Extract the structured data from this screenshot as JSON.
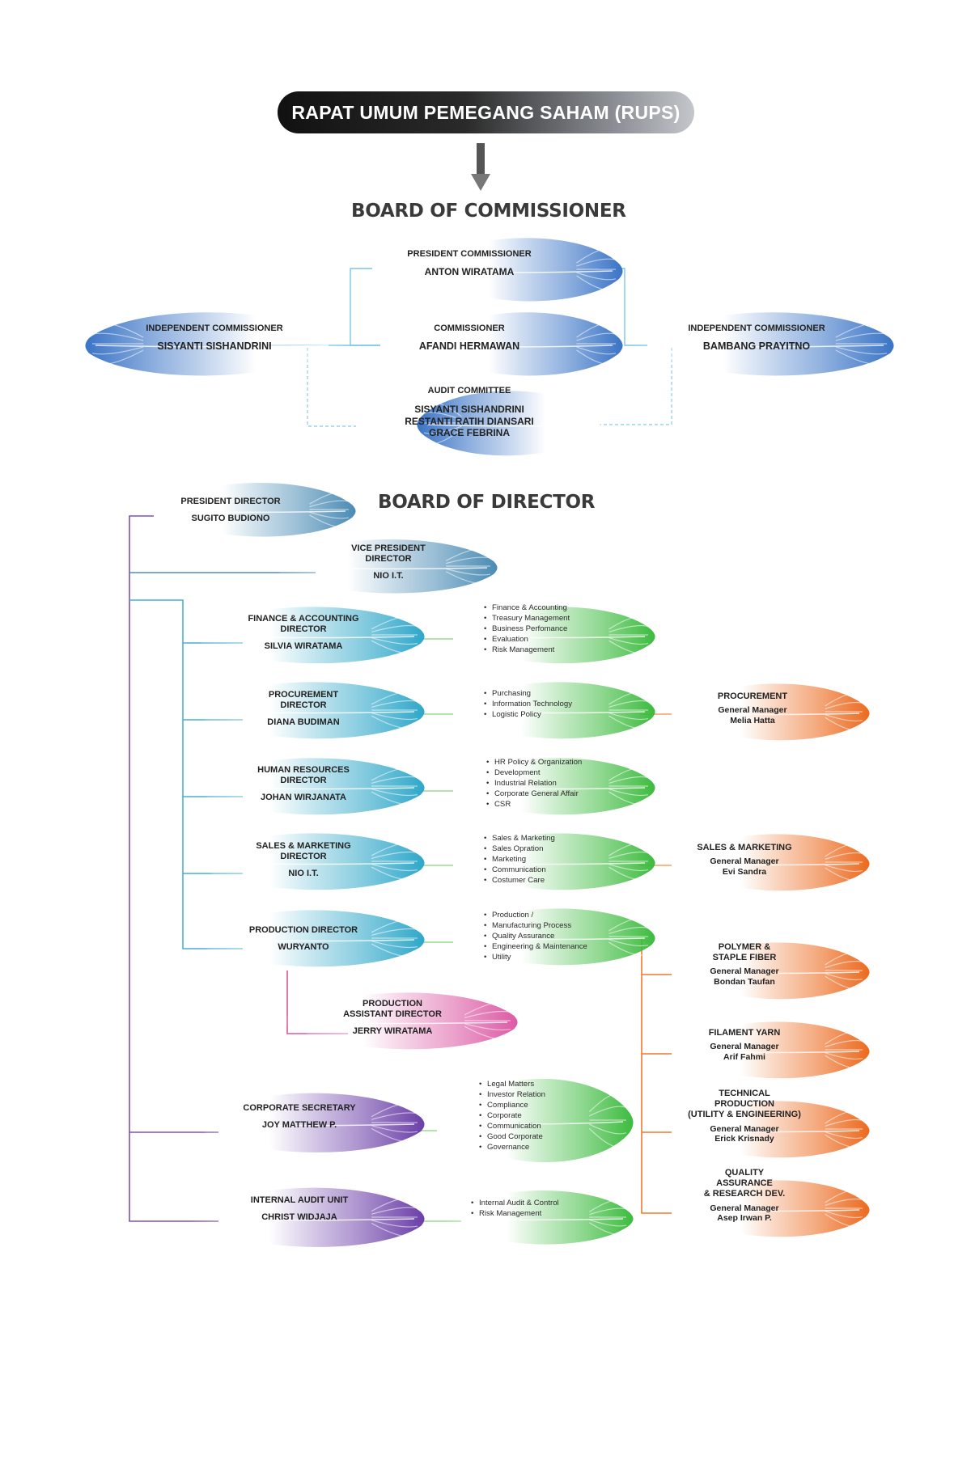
{
  "rups": "RAPAT UMUM PEMEGANG SAHAM (RUPS)",
  "commissioner_title": "BOARD OF COMMISSIONER",
  "director_title": "BOARD OF DIRECTOR",
  "president_commissioner": {
    "title": "PRESIDENT COMMISSIONER",
    "name": "ANTON WIRATAMA"
  },
  "commissioner": {
    "title": "COMMISSIONER",
    "name": "AFANDI HERMAWAN"
  },
  "independent_left": {
    "title": "INDEPENDENT COMMISSIONER",
    "name": "SISYANTI SISHANDRINI"
  },
  "independent_right": {
    "title": "INDEPENDENT COMMISSIONER",
    "name": "BAMBANG PRAYITNO"
  },
  "audit_committee": {
    "title": "AUDIT COMMITTEE",
    "names": [
      "SISYANTI SISHANDRINI",
      "RESTANTI RATIH DIANSARI",
      "GRACE FEBRINA"
    ]
  },
  "president_director": {
    "title": "PRESIDENT DIRECTOR",
    "name": "SUGITO BUDIONO"
  },
  "vice_president": {
    "title1": "VICE PRESIDENT",
    "title2": "DIRECTOR",
    "name": "NIO I.T."
  },
  "finance": {
    "title1": "FINANCE & ACCOUNTING",
    "title2": "DIRECTOR",
    "name": "SILVIA WIRATAMA",
    "duties": [
      "Finance & Accounting",
      "Treasury Management",
      "Business Perfomance",
      "Evaluation",
      "Risk Management"
    ]
  },
  "procurement": {
    "title1": "PROCUREMENT",
    "title2": "DIRECTOR",
    "name": "DIANA BUDIMAN",
    "duties": [
      "Purchasing",
      "Information Technology",
      "Logistic Policy"
    ],
    "gm": {
      "title": "PROCUREMENT",
      "role": "General Manager",
      "name": "Melia Hatta"
    }
  },
  "hr": {
    "title1": "HUMAN RESOURCES",
    "title2": "DIRECTOR",
    "name": "JOHAN WIRJANATA",
    "duties": [
      "HR Policy & Organization",
      "Development",
      "Industrial Relation",
      "Corporate General Affair",
      "CSR"
    ]
  },
  "sales": {
    "title1": "SALES & MARKETING",
    "title2": "DIRECTOR",
    "name": "NIO I.T.",
    "duties": [
      "Sales & Marketing",
      "Sales Opration",
      "Marketing",
      "Communication",
      "Costumer Care"
    ],
    "gm": {
      "title": "SALES & MARKETING",
      "role": "General Manager",
      "name": "Evi Sandra"
    }
  },
  "production": {
    "title": "PRODUCTION DIRECTOR",
    "name": "WURYANTO",
    "duties": [
      "Production /",
      "Manufacturing Process",
      "Quality Assurance",
      "Engineering & Maintenance",
      "Utility"
    ]
  },
  "production_assistant": {
    "title1": "PRODUCTION",
    "title2": "ASSISTANT DIRECTOR",
    "name": "JERRY WIRATAMA"
  },
  "corporate_secretary": {
    "title": "CORPORATE SECRETARY",
    "name": "JOY MATTHEW P.",
    "duties": [
      "Legal Matters",
      "Investor Relation",
      "Compliance",
      "Corporate",
      "Communication",
      "Good Corporate",
      "Governance"
    ]
  },
  "internal_audit": {
    "title": "INTERNAL AUDIT UNIT",
    "name": "CHRIST WIDJAJA",
    "duties": [
      "Internal Audit & Control",
      "Risk Management"
    ]
  },
  "gm_polymer": {
    "t1": "POLYMER &",
    "t2": "STAPLE FIBER",
    "role": "General Manager",
    "name": "Bondan Taufan"
  },
  "gm_filament": {
    "t1": "FILAMENT YARN",
    "role": "General Manager",
    "name": "Arif Fahmi"
  },
  "gm_technical": {
    "t1": "TECHNICAL",
    "t2": "PRODUCTION",
    "t3": "(UTILITY & ENGINEERING)",
    "role": "General Manager",
    "name": "Erick Krisnady"
  },
  "gm_quality": {
    "t1": "QUALITY",
    "t2": "ASSURANCE",
    "t3": "& RESEARCH DEV.",
    "role": "General Manager",
    "name": "Asep Irwan P."
  },
  "colors": {
    "blue": "#3a74c6",
    "steel": "#4a8bb4",
    "cyan": "#2fa7c9",
    "green": "#3dbb3f",
    "orange": "#ec6a1f",
    "pink": "#dc5ba5",
    "purple": "#6b3fa8"
  }
}
